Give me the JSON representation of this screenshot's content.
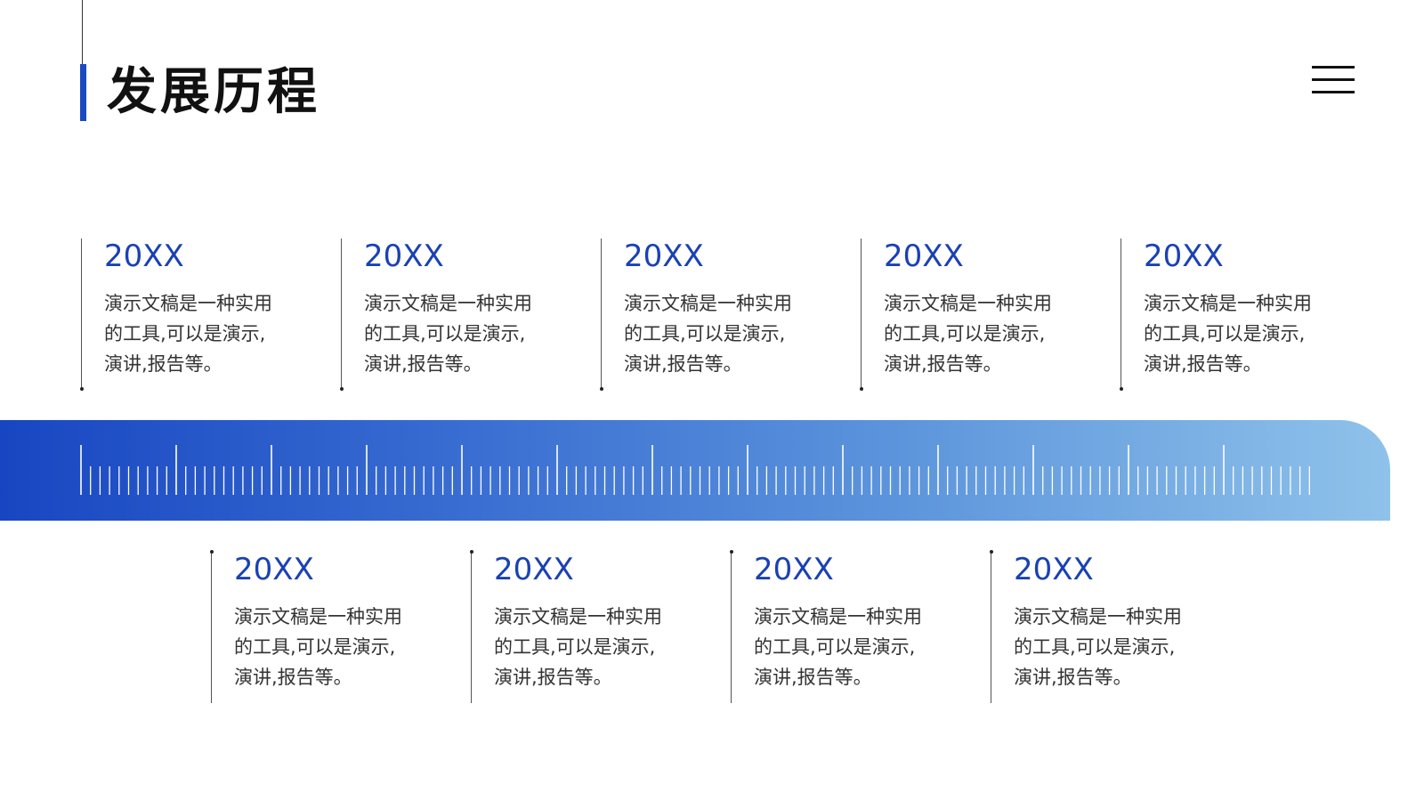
{
  "header": {
    "title": "发展历程",
    "menu_icon": "hamburger-menu-icon"
  },
  "timeline": {
    "top": [
      {
        "year": "20XX",
        "text": "演示文稿是一种实用的工具,可以是演示,演讲,报告等。"
      },
      {
        "year": "20XX",
        "text": "演示文稿是一种实用的工具,可以是演示,演讲,报告等。"
      },
      {
        "year": "20XX",
        "text": "演示文稿是一种实用的工具,可以是演示,演讲,报告等。"
      },
      {
        "year": "20XX",
        "text": "演示文稿是一种实用的工具,可以是演示,演讲,报告等。"
      },
      {
        "year": "20XX",
        "text": "演示文稿是一种实用的工具,可以是演示,演讲,报告等。"
      }
    ],
    "bottom": [
      {
        "year": "20XX",
        "text": "演示文稿是一种实用的工具,可以是演示,演讲,报告等。"
      },
      {
        "year": "20XX",
        "text": "演示文稿是一种实用的工具,可以是演示,演讲,报告等。"
      },
      {
        "year": "20XX",
        "text": "演示文稿是一种实用的工具,可以是演示,演讲,报告等。"
      },
      {
        "year": "20XX",
        "text": "演示文稿是一种实用的工具,可以是演示,演讲,报告等。"
      }
    ]
  },
  "colors": {
    "accent": "#1a4bc4",
    "year_text": "#1a41b4",
    "gradient_start": "#1846c2",
    "gradient_end": "#8fc2ea"
  }
}
